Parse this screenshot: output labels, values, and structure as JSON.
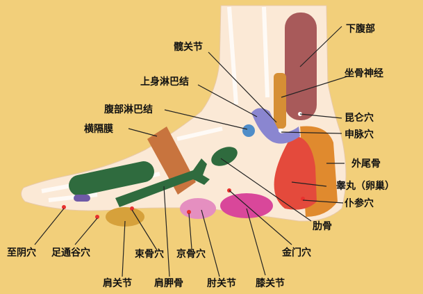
{
  "labels": {
    "lower_abdomen": "下腹部",
    "sacroiliac_joint": "髋关节",
    "sciatic_nerve": "坐骨神经",
    "upper_lymph": "上身淋巴结",
    "abdominal_lymph": "腹部淋巴结",
    "kunlun_point": "昆仑穴",
    "diaphragm": "横隔膜",
    "shenmai_point": "申脉穴",
    "coccyx": "外尾骨",
    "testis_ovary": "睾丸（卵巢）",
    "pucan_point": "仆参穴",
    "rib": "肋骨",
    "jinmen_point": "金门穴",
    "zhiyin_point": "至阴穴",
    "zutonggu_point": "足通谷穴",
    "shugu_point": "束骨穴",
    "jinggu_point": "京骨穴",
    "knee_joint": "膝关节",
    "shoulder_joint": "肩关节",
    "scapula": "肩胛骨",
    "elbow_joint": "肘关节"
  },
  "colors": {
    "background": "#f2cf7a",
    "skin": "#fbe9d6",
    "lower_abdomen": "#a85a5a",
    "sciatic_nerve": "#d68f35",
    "diaphragm": "#c8743e",
    "coccyx": "#e08a2e",
    "testis_ovary": "#e44a3c",
    "green_zone": "#2f6b3e",
    "lymph_upper": "#8a86d0",
    "lymph_abdominal": "#4f8dc8",
    "knee": "#d9479a",
    "elbow": "#e58fc0",
    "shoulder": "#d6a13b",
    "point_dot": "#e8312e"
  }
}
